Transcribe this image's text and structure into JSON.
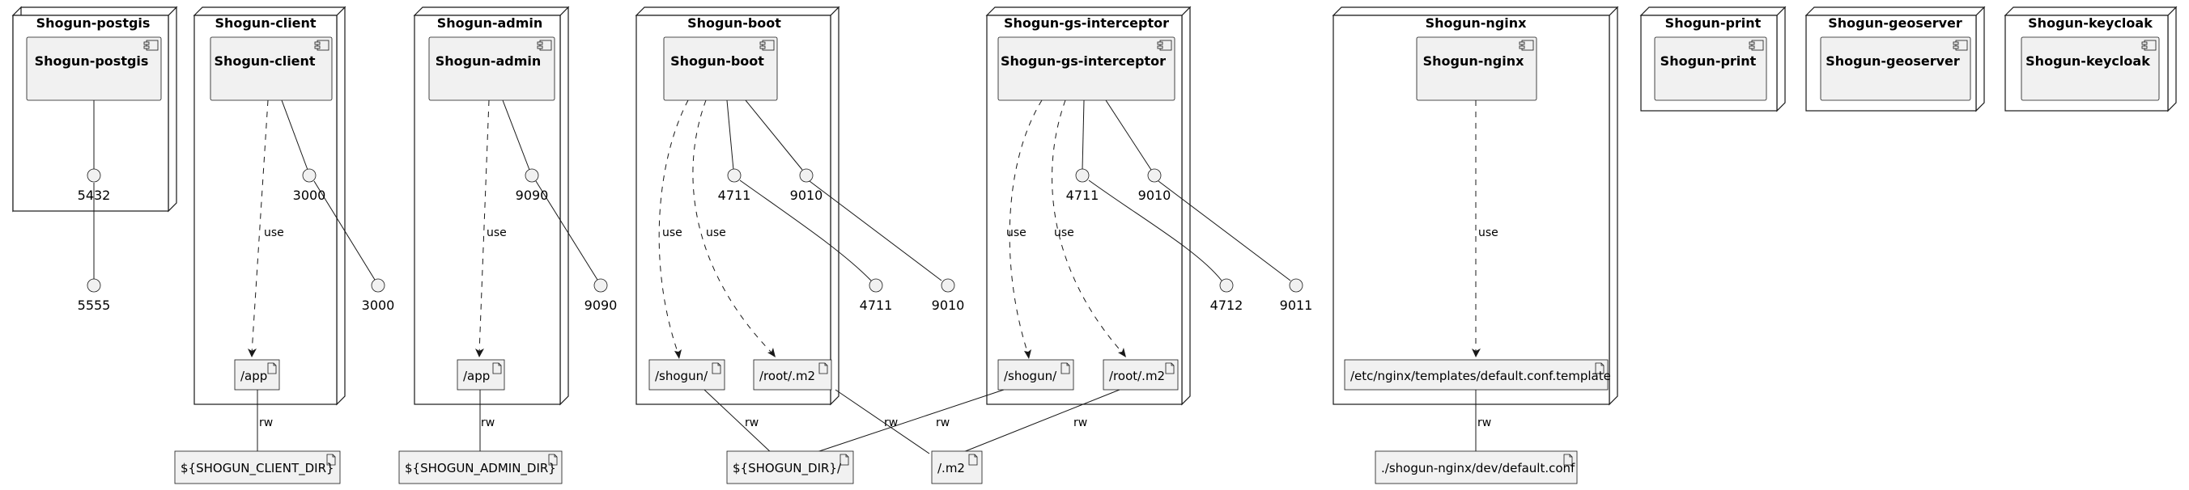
{
  "nodes": [
    {
      "id": "postgis",
      "title": "Shogun-postgis",
      "component": "Shogun-postgis"
    },
    {
      "id": "client",
      "title": "Shogun-client",
      "component": "Shogun-client"
    },
    {
      "id": "admin",
      "title": "Shogun-admin",
      "component": "Shogun-admin"
    },
    {
      "id": "boot",
      "title": "Shogun-boot",
      "component": "Shogun-boot"
    },
    {
      "id": "gs",
      "title": "Shogun-gs-interceptor",
      "component": "Shogun-gs-interceptor"
    },
    {
      "id": "nginx",
      "title": "Shogun-nginx",
      "component": "Shogun-nginx"
    },
    {
      "id": "print",
      "title": "Shogun-print",
      "component": "Shogun-print"
    },
    {
      "id": "geoserver",
      "title": "Shogun-geoserver",
      "component": "Shogun-geoserver"
    },
    {
      "id": "keycloak",
      "title": "Shogun-keycloak",
      "component": "Shogun-keycloak"
    }
  ],
  "interfaces": [
    {
      "id": "p5432",
      "label": "5432"
    },
    {
      "id": "p5555",
      "label": "5555"
    },
    {
      "id": "c3000in",
      "label": "3000"
    },
    {
      "id": "c3000out",
      "label": "3000"
    },
    {
      "id": "a9090in",
      "label": "9090"
    },
    {
      "id": "a9090out",
      "label": "9090"
    },
    {
      "id": "b4711in",
      "label": "4711"
    },
    {
      "id": "b9010in",
      "label": "9010"
    },
    {
      "id": "b4711out",
      "label": "4711"
    },
    {
      "id": "b9010out",
      "label": "9010"
    },
    {
      "id": "g4711in",
      "label": "4711"
    },
    {
      "id": "g9010in",
      "label": "9010"
    },
    {
      "id": "g4712out",
      "label": "4712"
    },
    {
      "id": "g9011out",
      "label": "9011"
    }
  ],
  "artifacts": [
    {
      "id": "client_app",
      "label": "/app"
    },
    {
      "id": "admin_app",
      "label": "/app"
    },
    {
      "id": "boot_shogun",
      "label": "/shogun/"
    },
    {
      "id": "boot_m2",
      "label": "/root/.m2"
    },
    {
      "id": "gs_shogun",
      "label": "/shogun/"
    },
    {
      "id": "gs_m2",
      "label": "/root/.m2"
    },
    {
      "id": "nginx_tpl",
      "label": "/etc/nginx/templates/default.conf.template"
    },
    {
      "id": "client_dir",
      "label": "${SHOGUN_CLIENT_DIR}"
    },
    {
      "id": "admin_dir",
      "label": "${SHOGUN_ADMIN_DIR}"
    },
    {
      "id": "shogun_dir",
      "label": "${SHOGUN_DIR}/"
    },
    {
      "id": "m2",
      "label": "/.m2"
    },
    {
      "id": "nginx_conf",
      "label": "./shogun-nginx/dev/default.conf"
    }
  ],
  "edge_labels": {
    "use": "use",
    "rw": "rw"
  }
}
